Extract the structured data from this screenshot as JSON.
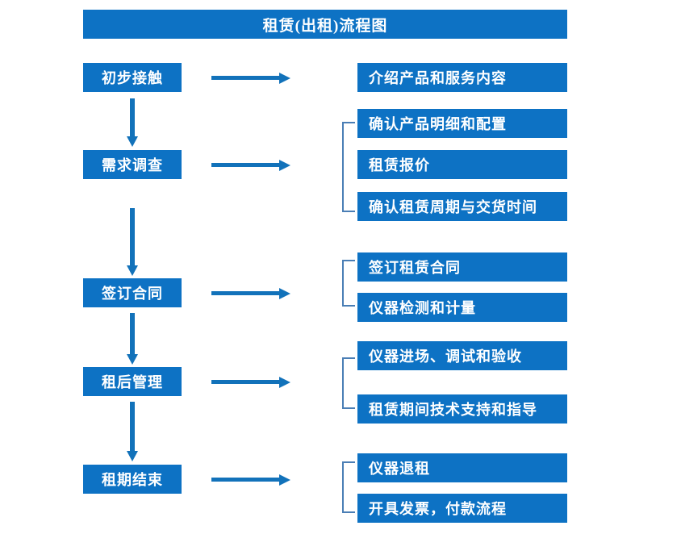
{
  "diagram": {
    "title": "租赁(出租)流程图",
    "accent_color": "#0D72C4",
    "arrow_color": "#1272BA",
    "bracket_color": "#4A7EB5",
    "text_color": "#FFFFFF",
    "background_color": "#FFFFFF"
  },
  "stages": [
    {
      "id": "stage-1",
      "label": "初步接触"
    },
    {
      "id": "stage-2",
      "label": "需求调查"
    },
    {
      "id": "stage-3",
      "label": "签订合同"
    },
    {
      "id": "stage-4",
      "label": "租后管理"
    },
    {
      "id": "stage-5",
      "label": "租期结束"
    }
  ],
  "details": [
    {
      "id": "detail-1-1",
      "label": "介绍产品和服务内容"
    },
    {
      "id": "detail-2-1",
      "label": "确认产品明细和配置"
    },
    {
      "id": "detail-2-2",
      "label": "租赁报价"
    },
    {
      "id": "detail-2-3",
      "label": "确认租赁周期与交货时间"
    },
    {
      "id": "detail-3-1",
      "label": "签订租赁合同"
    },
    {
      "id": "detail-3-2",
      "label": "仪器检测和计量"
    },
    {
      "id": "detail-4-1",
      "label": "仪器进场、调试和验收"
    },
    {
      "id": "detail-4-2",
      "label": "租赁期间技术支持和指导"
    },
    {
      "id": "detail-5-1",
      "label": "仪器退租"
    },
    {
      "id": "detail-5-2",
      "label": "开具发票，付款流程"
    }
  ],
  "groups": [
    {
      "id": "group-2",
      "members": [
        "detail-2-1",
        "detail-2-2",
        "detail-2-3"
      ]
    },
    {
      "id": "group-3",
      "members": [
        "detail-3-1",
        "detail-3-2"
      ]
    },
    {
      "id": "group-4",
      "members": [
        "detail-4-1",
        "detail-4-2"
      ]
    },
    {
      "id": "group-5",
      "members": [
        "detail-5-1",
        "detail-5-2"
      ]
    }
  ],
  "connectors": {
    "horizontal_arrows": 5,
    "vertical_arrows": 4
  }
}
